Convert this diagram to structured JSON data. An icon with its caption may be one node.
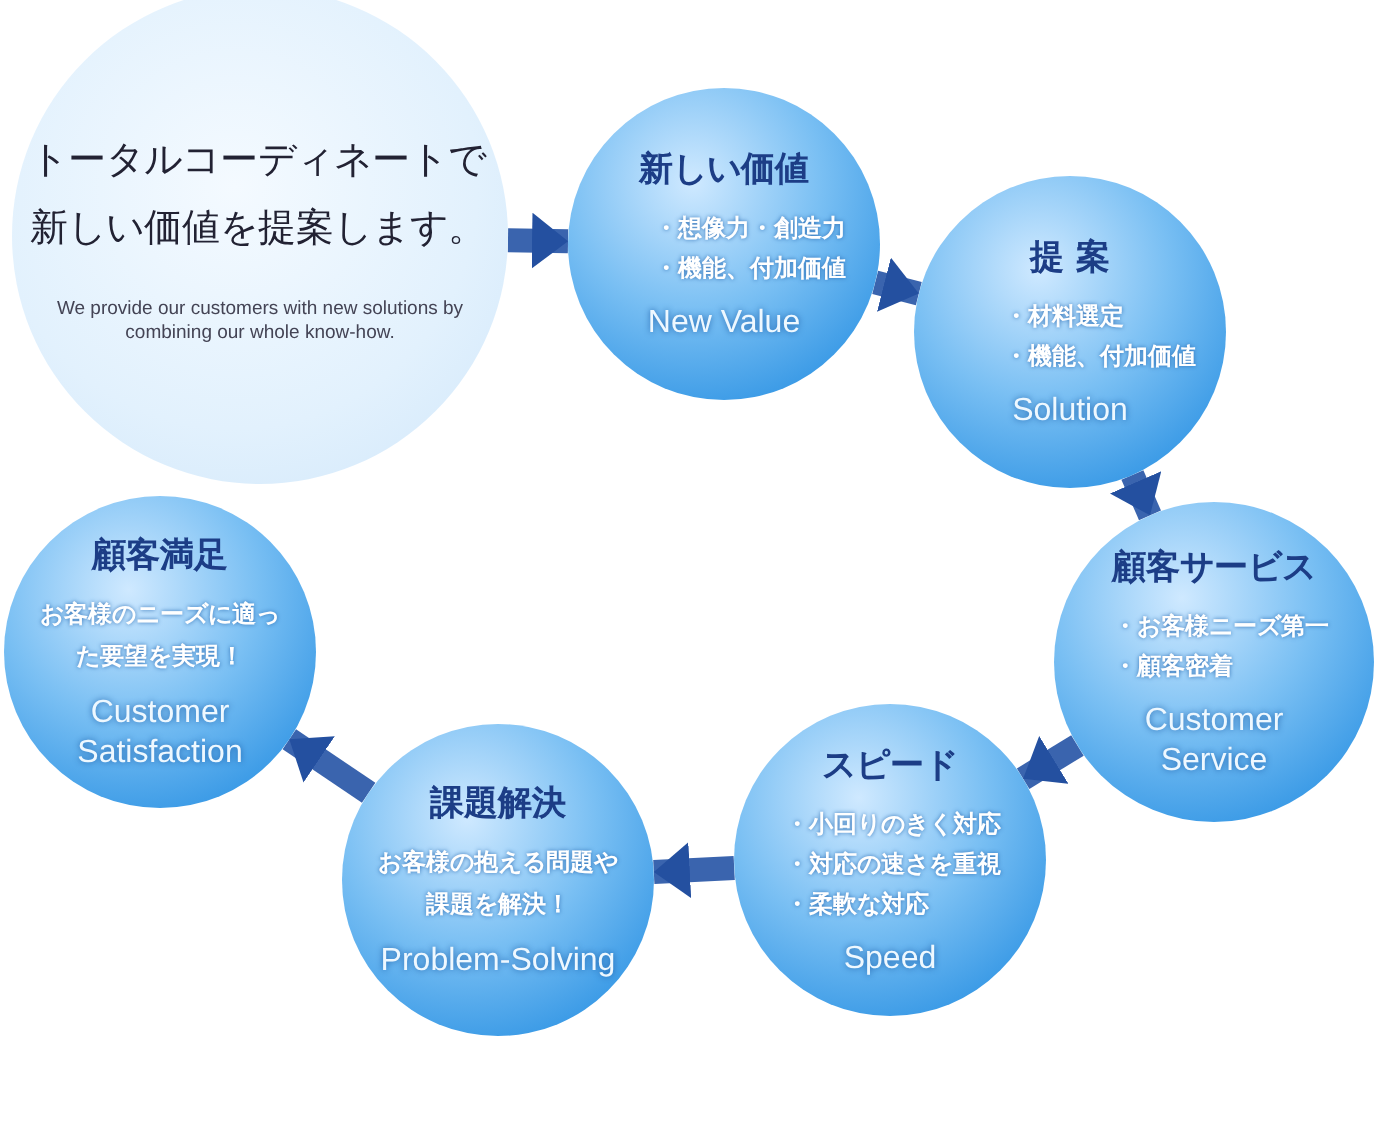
{
  "diagram": {
    "nodes": [
      {
        "text": [
          "トータルコーディネートで新しい価値を提案します。",
          "We provide our customers with new solutions by combining our whole know-how."
        ]
      },
      {
        "text": [
          "新しい価値",
          "・想像力・創造力",
          "・機能、付加価値",
          "New Value"
        ]
      },
      {
        "text": [
          "提 案",
          "・材料選定",
          "・機能、付加価値",
          "Solution"
        ]
      },
      {
        "text": [
          "顧客サービス",
          "・お客様ニーズ第一",
          "・顧客密着",
          "Customer Service"
        ]
      },
      {
        "text": [
          "スピード",
          "・小回りのきく対応",
          "・対応の速さを重視",
          "・柔軟な対応",
          "Speed"
        ]
      },
      {
        "text": [
          "課題解決",
          "お客様の抱える問題や課題を解決！",
          "Problem-Solving"
        ]
      },
      {
        "text": [
          "顧客満足",
          "お客様のニーズに適った要望を実現！",
          "Customer Satisfaction"
        ]
      }
    ],
    "edges": [
      {
        "from": 0,
        "to": 1,
        "arrow": "to"
      },
      {
        "from": 1,
        "to": 2,
        "arrow": "to"
      },
      {
        "from": 2,
        "to": 3,
        "arrow": "to"
      },
      {
        "from": 3,
        "to": 4,
        "arrow": "to"
      },
      {
        "from": 4,
        "to": 5,
        "arrow": "to"
      },
      {
        "from": 5,
        "to": 6,
        "arrow": "to"
      }
    ]
  }
}
